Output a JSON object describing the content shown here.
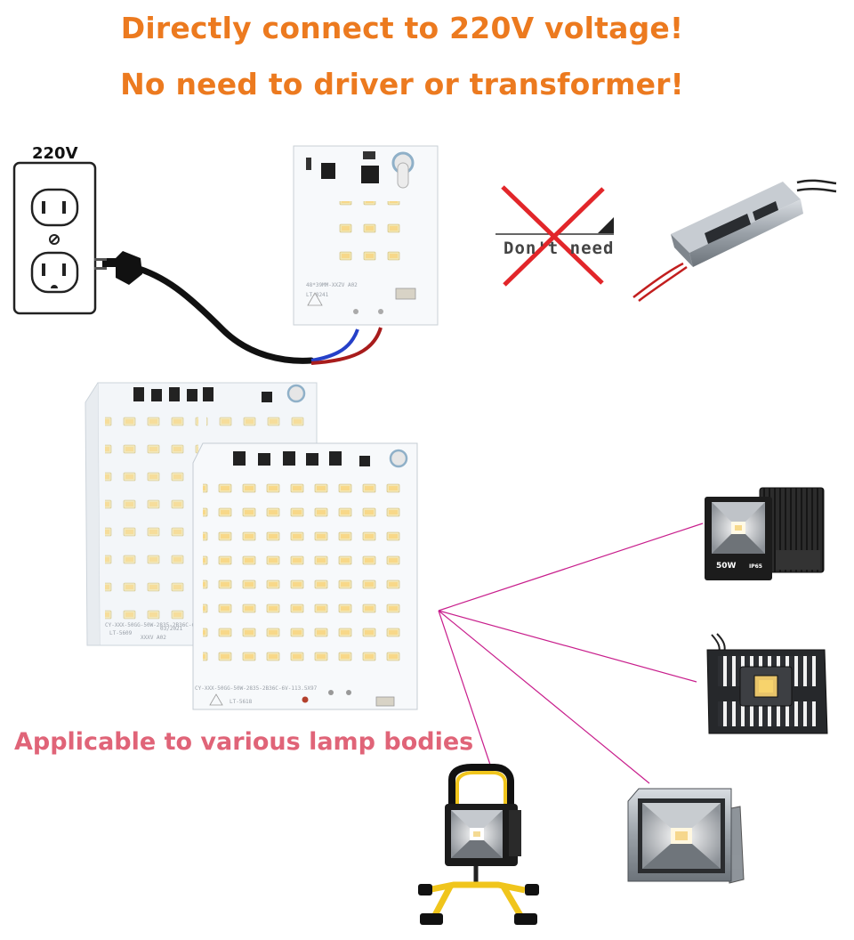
{
  "headline": {
    "line1": "Directly connect to 220V voltage!",
    "line2": "No need to driver or transformer!"
  },
  "outlet": {
    "voltage_label": "220V"
  },
  "driver": {
    "crossed_label": "Don't need"
  },
  "small_module": {
    "silk_line1": "48*39MM-XXZV A02",
    "silk_line2": "LT-8241"
  },
  "back_module": {
    "silk_line1": "CY-XXX-50GG-50W-2835-2B36C-6V-113.5X97",
    "silk_line2": "LT-5609",
    "silk_line3": "XXXV A02",
    "silk_date": "03/2021"
  },
  "front_module": {
    "silk_line1": "CY-XXX-50GG-50W-2835-2B36C-6V-113.5X97",
    "silk_line2": "LT-5618"
  },
  "lamps": {
    "floodlight_watt": "50W",
    "floodlight_ip": "IP65"
  },
  "caption": "Applicable to various lamp bodies",
  "colors": {
    "headline": "#ec7a1f",
    "caption": "#e06478",
    "cross": "#e2262a",
    "connector": "#c81e8c"
  }
}
